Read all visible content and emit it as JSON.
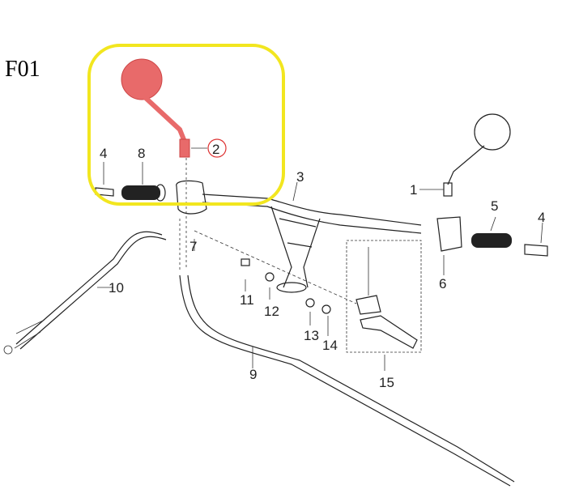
{
  "figure_label": "F01",
  "highlight": {
    "color": "#f2e61f",
    "part_color": "#e86a6a",
    "selected_part": "2"
  },
  "callouts": [
    "1",
    "2",
    "3",
    "4",
    "4",
    "5",
    "6",
    "7",
    "8",
    "9",
    "10",
    "11",
    "12",
    "13",
    "14",
    "15"
  ]
}
